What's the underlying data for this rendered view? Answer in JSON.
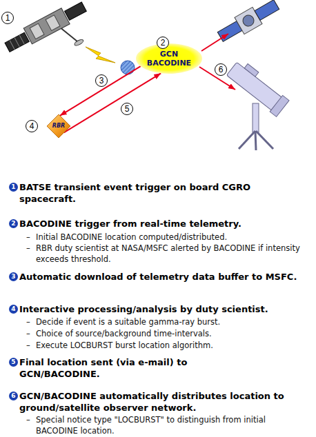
{
  "diagram": {
    "nodes": [
      {
        "text": [
          "GCN BACODINE"
        ]
      },
      {
        "text": [
          "RBR"
        ]
      }
    ],
    "edges": [
      {
        "from": 0,
        "to": 1,
        "arrow": "to"
      },
      {
        "from": 1,
        "to": 0,
        "arrow": "to"
      }
    ],
    "labels": [
      "1",
      "2",
      "3",
      "4",
      "5",
      "6",
      "1",
      "BATSE transient event trigger on board CGRO spacecraft.",
      "2",
      "BACODINE trigger from real-time telemetry.",
      "–",
      "Initial BACODINE location computed/distributed.",
      "–",
      "RBR duty scientist at NASA/MSFC alerted by BACODINE if intensity exceeds threshold.",
      "3",
      "Automatic download of telemetry data buffer to MSFC.",
      "4",
      "Interactive processing/analysis by duty scientist.",
      "–",
      "Decide if event is a suitable gamma-ray burst.",
      "–",
      "Choice of source/background time-intervals.",
      "–",
      "Execute LOCBURST burst location algorithm.",
      "5",
      "Final location sent (via e-mail) to GCN/BACODINE.",
      "6",
      "GCN/BACODINE automatically distributes location to ground/satellite observer network.",
      "–",
      "Special notice type \"LOCBURST\" to distinguish from initial BACODINE location."
    ]
  }
}
